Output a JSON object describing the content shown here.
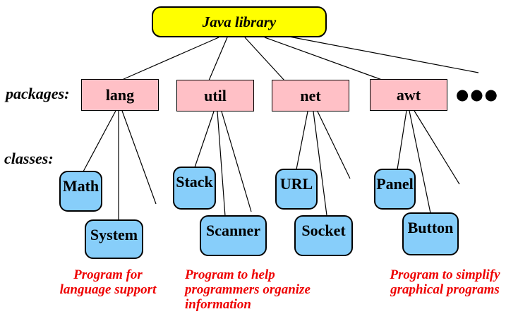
{
  "root": {
    "label": "Java library"
  },
  "row_labels": {
    "packages": "packages:",
    "classes": "classes:"
  },
  "packages": [
    {
      "label": "lang"
    },
    {
      "label": "util"
    },
    {
      "label": "net"
    },
    {
      "label": "awt"
    }
  ],
  "ellipsis": "●●●",
  "classes": [
    {
      "label": "Math"
    },
    {
      "label": "System"
    },
    {
      "label": "Stack"
    },
    {
      "label": "Scanner"
    },
    {
      "label": "URL"
    },
    {
      "label": "Socket"
    },
    {
      "label": "Panel"
    },
    {
      "label": "Button"
    }
  ],
  "captions": [
    {
      "text": "Program for\nlanguage support"
    },
    {
      "text": "Program to help\nprogrammers organize\ninformation"
    },
    {
      "text": "Program to simplify\ngraphical programs"
    }
  ],
  "colors": {
    "root_fill": "#FFFF00",
    "package_fill": "#FFC0C6",
    "class_fill": "#87CEFA",
    "caption_text": "#EE0000",
    "line_stroke": "#000000"
  }
}
